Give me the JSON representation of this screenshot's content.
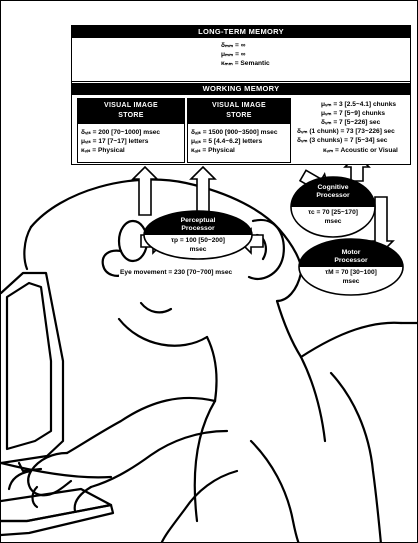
{
  "ltm": {
    "header": "LONG-TERM MEMORY",
    "lines": [
      "δₘₘ = ∞",
      "μₘₘ = ∞",
      "κₘₘ = Semantic"
    ]
  },
  "wm": {
    "header": "WORKING MEMORY",
    "visual_store": {
      "title1": "VISUAL IMAGE",
      "title2": "STORE",
      "lines": [
        "δᵥᵢₛ = 200 [70~1000] msec",
        "μᵥᵢₛ = 17 [7~17] letters",
        "κᵥᵢₛ = Physical"
      ]
    },
    "auditory_store": {
      "title1": "VISUAL IMAGE",
      "title2": "STORE",
      "lines": [
        "δₐᵢₛ = 1500 [900~3500] msec",
        "μₐᵢₛ = 5 [4.4~6.2] letters",
        "κₐᵢₛ = Physical"
      ]
    },
    "wm_params": [
      "μᵥₘ = 3 [2.5~4.1] chunks",
      "μᵥₘ = 7 [5~9] chunks",
      "δᵥₘ = 7 [5~226] sec",
      "δᵥₘ (1 chunk) = 73 [73~226] sec",
      "δᵥₘ (3 chunks) = 7 [5~34] sec",
      "κᵥₘ = Acoustic or Visual"
    ]
  },
  "processors": {
    "perceptual": {
      "name1": "Perceptual",
      "name2": "Processor",
      "cycle": "τp = 100 [50~200]",
      "unit": "msec"
    },
    "cognitive": {
      "name1": "Cognitive",
      "name2": "Processor",
      "cycle": "τc = 70 [25~170]",
      "unit": "msec"
    },
    "motor": {
      "name1": "Motor",
      "name2": "Processor",
      "cycle": "τM = 70 [30~100]",
      "unit": "msec"
    }
  },
  "eye_movement": "Eye movement = 230 [70~700] msec"
}
